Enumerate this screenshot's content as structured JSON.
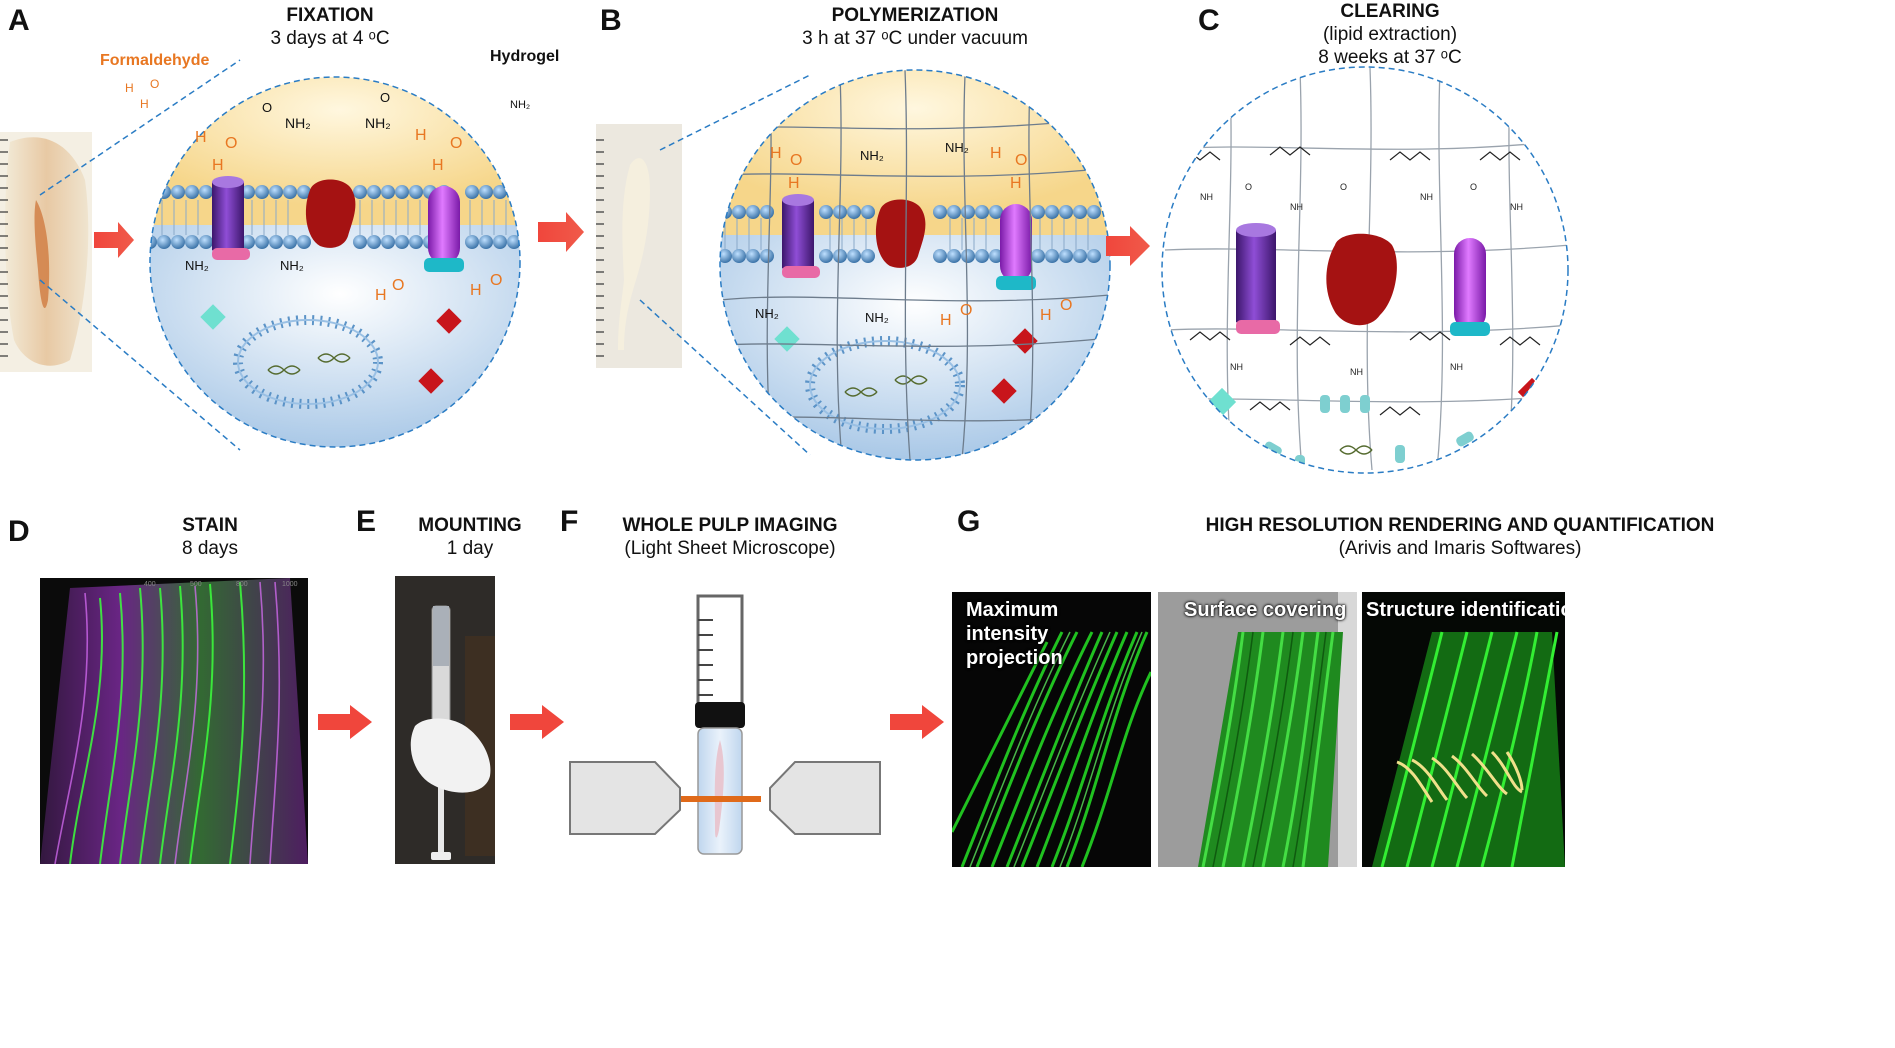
{
  "panels": {
    "A": {
      "letter": "A",
      "title": "FIXATION",
      "subtitle": "3 days at 4 ᵒC"
    },
    "B": {
      "letter": "B",
      "title": "POLYMERIZATION",
      "subtitle": "3 h at 37 ᵒC  under vacuum"
    },
    "C": {
      "letter": "C",
      "title": "CLEARING",
      "subtitle": "(lipid extraction)",
      "subtitle2": "8 weeks at 37 ᵒC"
    },
    "D": {
      "letter": "D",
      "title": "STAIN",
      "subtitle": "8 days"
    },
    "E": {
      "letter": "E",
      "title": "MOUNTING",
      "subtitle": "1 day"
    },
    "F": {
      "letter": "F",
      "title": "WHOLE PULP IMAGING",
      "subtitle": "(Light Sheet Microscope)"
    },
    "G": {
      "letter": "G",
      "title": "HIGH RESOLUTION RENDERING AND QUANTIFICATION",
      "subtitle": "(Arivis and Imaris Softwares)"
    }
  },
  "labels": {
    "formaldehyde": "Formaldehyde",
    "hydrogel": "Hydrogel",
    "nh2": "NH₂",
    "o": "O",
    "h": "H",
    "nh": "NH"
  },
  "rendering_panels": [
    {
      "caption": "Maximum intensity projection"
    },
    {
      "caption": "Surface covering"
    },
    {
      "caption": "Structure identification"
    }
  ],
  "stain_axis_ticks": [
    "400",
    "500",
    "800",
    "1000"
  ],
  "colors": {
    "arrow": "#f0463c",
    "formaldehyde": "#e87722",
    "fixation_top": "#f8dc96",
    "fixation_bottom": "#a9c8e8",
    "lipid_head": "#5b93c7",
    "purple_protein": "#6b2fa3",
    "magenta_protein": "#b040e0",
    "red_protein": "#a51212",
    "green_signal": "#2fd62f",
    "magenta_signal": "#a020c0",
    "dashed_line": "#2a7cc4"
  }
}
